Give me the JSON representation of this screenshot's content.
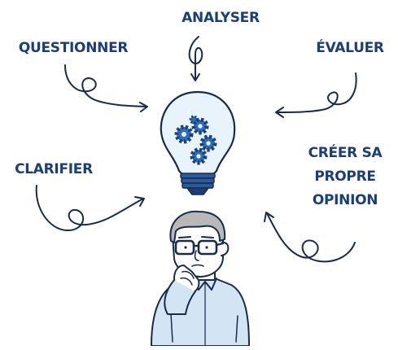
{
  "labels": {
    "analyser": "ANALYSER",
    "questionner": "QUESTIONNER",
    "evaluer": "ÉVALUER",
    "clarifier": "CLARIFIER",
    "creer_line1": "CRÉER SA",
    "creer_line2": "PROPRE",
    "creer_line3": "OPINION"
  },
  "colors": {
    "label_text": "#1b3f73",
    "ink": "#1a2b4a",
    "gear_blue": "#2f6fb6",
    "gear_dark": "#1c3f78",
    "bulb_fill": "#e9f3fb",
    "bulb_base": "#2a5a9c",
    "shirt": "#d3e4f5",
    "hair": "#b8b8b8",
    "skin": "#ffffff"
  },
  "icons": {
    "center": "lightbulb-gears-icon",
    "person": "thinking-person-icon"
  }
}
